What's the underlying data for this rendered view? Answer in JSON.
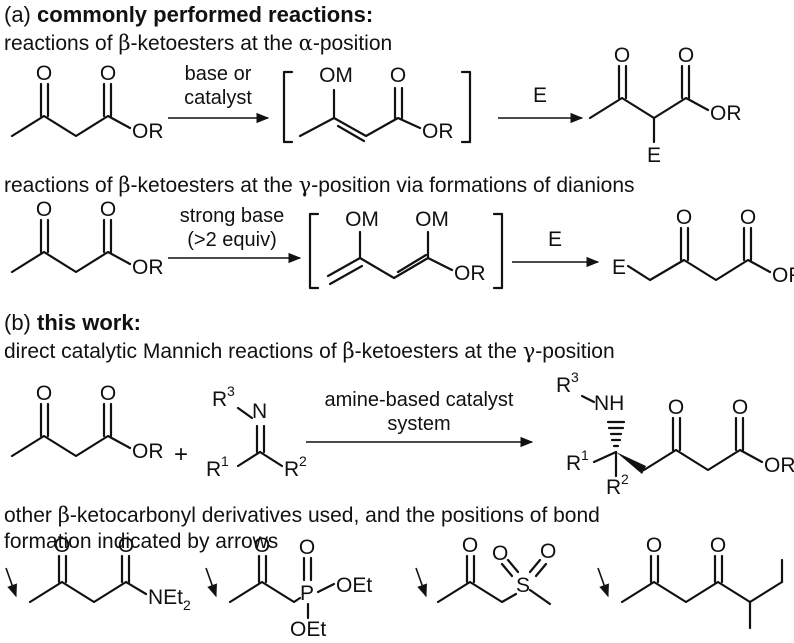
{
  "section_a": {
    "label": "(a)",
    "heading": "commonly performed reactions:",
    "alpha_line": [
      "reactions of ",
      "β",
      "-ketoesters at the ",
      "α",
      "-position"
    ],
    "gamma_line": [
      "reactions of ",
      "β",
      "-ketoesters at the ",
      "γ",
      "-position via formations of dianions"
    ],
    "alpha_conditions": [
      "base or",
      "catalyst"
    ],
    "gamma_conditions": [
      "strong base",
      "(>2 equiv)"
    ],
    "electrophile": "E"
  },
  "section_b": {
    "label": "(b)",
    "heading": "this work:",
    "line": [
      "direct catalytic Mannich reactions of ",
      "β",
      "-ketoesters at the ",
      "γ",
      "-position"
    ],
    "conditions": [
      "amine-based catalyst",
      "system"
    ],
    "plus": "+",
    "other_line1": [
      "other ",
      "β",
      "-ketocarbonyl derivatives used, and the positions of bond"
    ],
    "other_line2": "formation indicated by arrows"
  },
  "atoms": {
    "O": "O",
    "OR": "OR",
    "OM": "OM",
    "E": "E",
    "N": "N",
    "NH": "NH",
    "R": "R",
    "sup1": "1",
    "sup2": "2",
    "sup3": "3",
    "NEt": "NEt",
    "sub2": "2",
    "P": "P",
    "OEt": "OEt",
    "S": "S"
  }
}
